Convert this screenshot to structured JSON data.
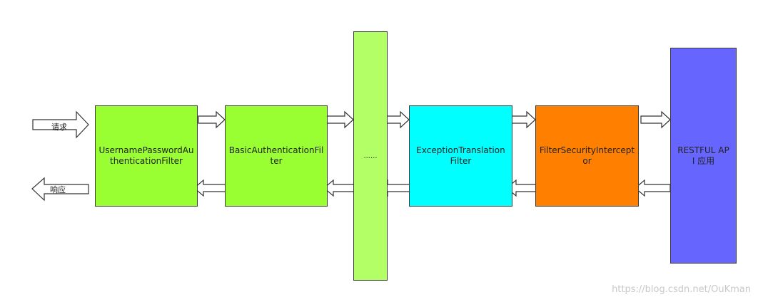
{
  "diagram": {
    "request_label": "请求",
    "response_label": "响应",
    "boxes": [
      {
        "id": "b1",
        "label": "UsernamePasswordAuthenticationFilter",
        "color": "#99ff33"
      },
      {
        "id": "b2",
        "label": "BasicAuthenticationFilter",
        "color": "#99ff33"
      },
      {
        "id": "b3",
        "label": "......",
        "color": "#b3ff66"
      },
      {
        "id": "b4",
        "label": "ExceptionTranslationFilter",
        "color": "#00ffff"
      },
      {
        "id": "b5",
        "label": "FilterSecurityInterceptor",
        "color": "#ff8000"
      },
      {
        "id": "b6",
        "label": "RESTFUL API 应用",
        "color": "#6666ff"
      }
    ]
  },
  "watermark": "https://blog.csdn.net/OuKman"
}
